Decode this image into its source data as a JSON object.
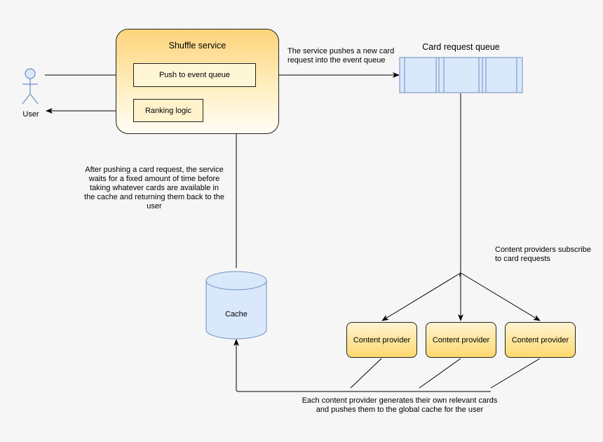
{
  "service": {
    "title": "Shuffle service",
    "push_label": "Push to event queue",
    "ranking_label": "Ranking logic"
  },
  "user": {
    "label": "User"
  },
  "queue": {
    "title": "Card request queue"
  },
  "cache": {
    "label": "Cache"
  },
  "providers": [
    {
      "label": "Content provider"
    },
    {
      "label": "Content provider"
    },
    {
      "label": "Content provider"
    }
  ],
  "notes": {
    "push": "The service pushes a new card request into the event queue",
    "wait": "After pushing a card request, the service waits for a fixed amount of time before taking whatever cards are available in the cache and returning them back to the user",
    "subscribe": "Content providers subscribe to card requests",
    "each": "Each content provider generates their own relevant cards and pushes them to the global cache for the user"
  },
  "icons": {
    "user": "user-icon",
    "alarm": "alarm-clock-icon",
    "cache": "database-cylinder-icon"
  },
  "colors": {
    "service_fill": "#fdd47a",
    "provider_fill": "#ffd96e",
    "queue_fill": "#dae8fc",
    "queue_stroke": "#6c8ebf",
    "alarm": "#1ba1e2"
  }
}
